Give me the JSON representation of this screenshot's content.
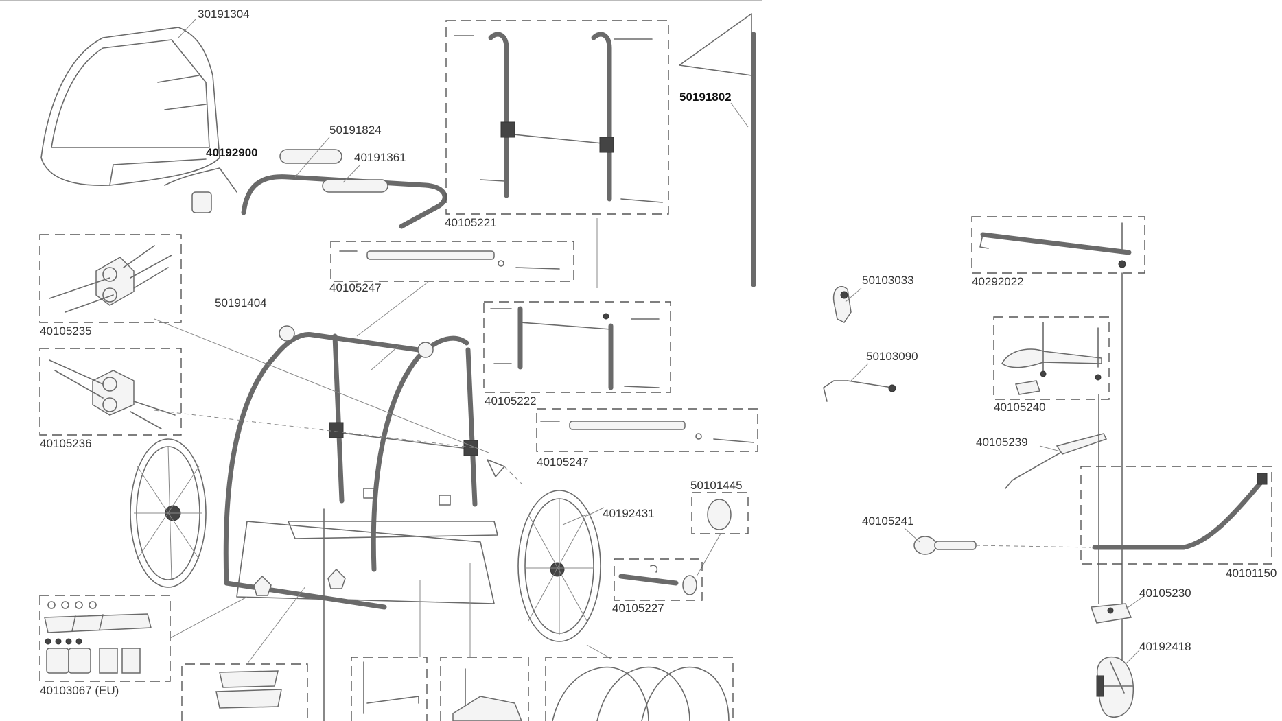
{
  "parts": {
    "p30191304": "30191304",
    "p40192900": "40192900",
    "p50191824": "50191824",
    "p40191361": "40191361",
    "p40105221": "40105221",
    "p50191802": "50191802",
    "p40105247_top": "40105247",
    "p40105235": "40105235",
    "p50191404": "50191404",
    "p40105222": "40105222",
    "p40105236": "40105236",
    "p40105247_mid": "40105247",
    "p50101445": "50101445",
    "p40192431": "40192431",
    "p40105227": "40105227",
    "p40103067": "40103067 (EU)",
    "p50103033": "50103033",
    "p50103090": "50103090",
    "p40292022": "40292022",
    "p40105240": "40105240",
    "p40105239": "40105239",
    "p40105241": "40105241",
    "p40101150": "40101150",
    "p40105230": "40105230",
    "p40192418": "40192418"
  }
}
